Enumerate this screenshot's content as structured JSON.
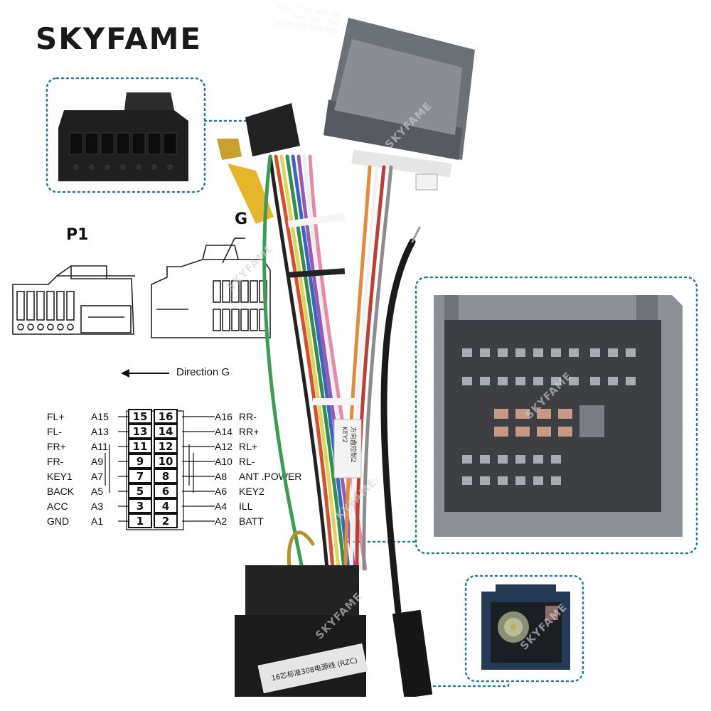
{
  "brand": "SKYFAME",
  "labels": {
    "p1": "P1",
    "g": "G",
    "direction": "Direction G"
  },
  "decoder_label": {
    "line1": "CAN BUS DECODER",
    "line2": "P/N: 6-R2 ..6A5",
    "line3": "SW VER: V1.2 ... RZC"
  },
  "cable_tag": {
    "line1": "KEY2",
    "line2": "方向盘控制2"
  },
  "plug_label": "16芯标准308电源线 (RZC)",
  "watermark": "SKYFAME",
  "pinout": {
    "left": [
      {
        "fn": "FL+",
        "code": "A15",
        "pin": "15"
      },
      {
        "fn": "FL-",
        "code": "A13",
        "pin": "13"
      },
      {
        "fn": "FR+",
        "code": "A11",
        "pin": "11"
      },
      {
        "fn": "FR-",
        "code": "A9",
        "pin": "9"
      },
      {
        "fn": "KEY1",
        "code": "A7",
        "pin": "7"
      },
      {
        "fn": "BACK",
        "code": "A5",
        "pin": "5"
      },
      {
        "fn": "ACC",
        "code": "A3",
        "pin": "3"
      },
      {
        "fn": "GND",
        "code": "A1",
        "pin": "1"
      }
    ],
    "right": [
      {
        "pin": "16",
        "code": "A16",
        "fn": "RR-"
      },
      {
        "pin": "14",
        "code": "A14",
        "fn": "RR+"
      },
      {
        "pin": "12",
        "code": "A12",
        "fn": "RL+"
      },
      {
        "pin": "10",
        "code": "A10",
        "fn": "RL-"
      },
      {
        "pin": "8",
        "code": "A8",
        "fn": "ANT .POWER"
      },
      {
        "pin": "6",
        "code": "A6",
        "fn": "KEY2"
      },
      {
        "pin": "4",
        "code": "A4",
        "fn": "ILL"
      },
      {
        "pin": "2",
        "code": "A2",
        "fn": "BATT"
      }
    ]
  },
  "colors": {
    "callout_dots": "#2a7a96",
    "connector_black": "#1e1e1e",
    "decoder_grey": "#6a6e75",
    "plug_grey": "#7b7d80"
  }
}
